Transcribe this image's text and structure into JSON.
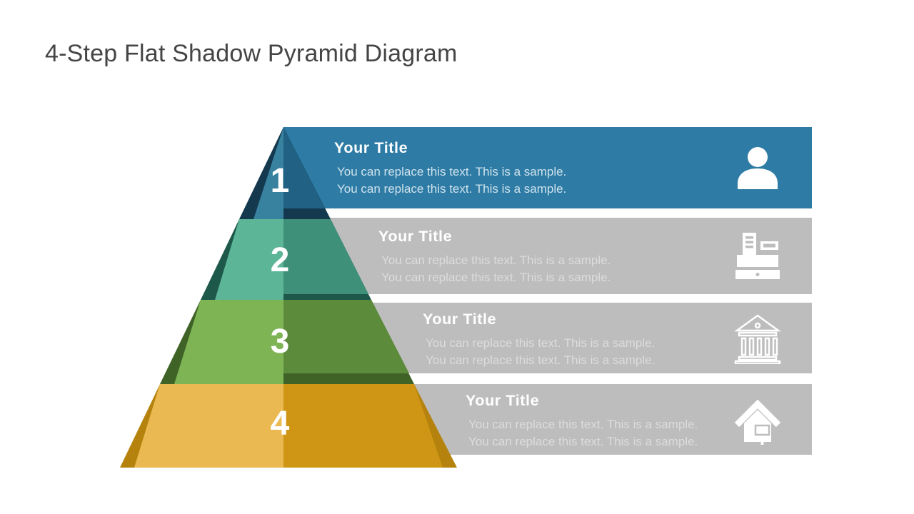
{
  "slide": {
    "title": "4-Step Flat Shadow Pyramid Diagram",
    "title_color": "#454545",
    "background": "#FFFFFF"
  },
  "colors": {
    "bar_gray": "#BDBDBD",
    "number_color": "#FFFFFF",
    "icon_color": "#FFFFFF"
  },
  "steps": [
    {
      "number": "1",
      "title": "Your Title",
      "desc1": "You can replace this text. This is a sample.",
      "desc2": "You can replace this text. This is a sample.",
      "icon": "person-icon",
      "bar_color": "#2E7CA5",
      "title_color": "#FFFFFF",
      "desc_color": "#CFE2ED",
      "pyramid_light": "#38829F",
      "pyramid_dark": "#206184",
      "pyramid_shadow": "#14384E"
    },
    {
      "number": "2",
      "title": "Your Title",
      "desc1": "You can replace this text. This is a sample.",
      "desc2": "You can replace this text. This is a sample.",
      "icon": "cash-register-icon",
      "bar_color": "#BDBDBD",
      "title_color": "#FFFFFF",
      "desc_color": "#DCDCDC",
      "pyramid_light": "#5CB596",
      "pyramid_dark": "#3E9078",
      "pyramid_shadow": "#1E584A"
    },
    {
      "number": "3",
      "title": "Your Title",
      "desc1": "You can replace this text. This is a sample.",
      "desc2": "You can replace this text. This is a sample.",
      "icon": "bank-icon",
      "bar_color": "#BDBDBD",
      "title_color": "#FFFFFF",
      "desc_color": "#DCDCDC",
      "pyramid_light": "#7EB454",
      "pyramid_dark": "#5C8B3B",
      "pyramid_shadow": "#3F6327"
    },
    {
      "number": "4",
      "title": "Your Title",
      "desc1": "You can replace this text. This is a sample.",
      "desc2": "You can replace this text. This is a sample.",
      "icon": "house-icon",
      "bar_color": "#BDBDBD",
      "title_color": "#FFFFFF",
      "desc_color": "#DCDCDC",
      "pyramid_light": "#EBB951",
      "pyramid_dark": "#CE9614",
      "pyramid_shadow": "#B5830D"
    }
  ]
}
